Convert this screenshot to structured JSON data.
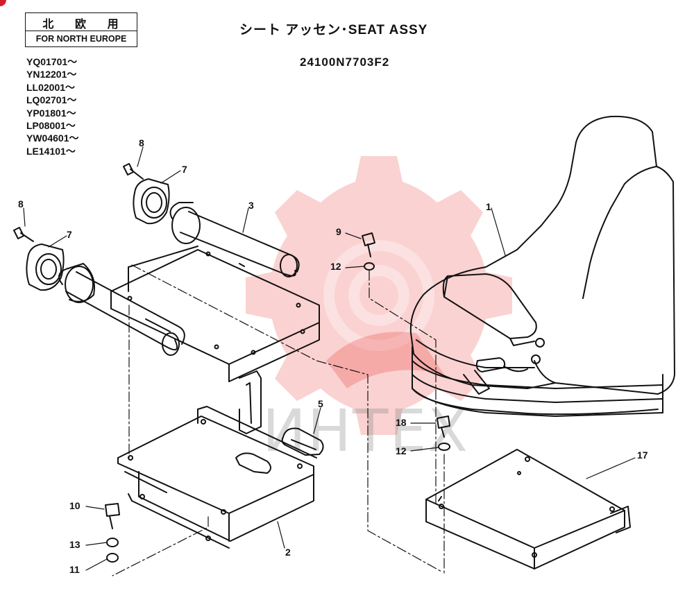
{
  "header": {
    "region_ja": [
      "北",
      "欧",
      "用"
    ],
    "region_en": "FOR NORTH EUROPE",
    "title": "シート アッセン･SEAT ASSY",
    "part_number": "24100N7703F2"
  },
  "serial_ranges": [
    "YQ01701～",
    "YN12201～",
    "LL02001～",
    "LQ02701～",
    "YP01801～",
    "LP08001～",
    "YW04601～",
    "LE14101～"
  ],
  "callouts": [
    "8",
    "7",
    "3",
    "8",
    "7",
    "1",
    "9",
    "12",
    "5",
    "18",
    "12",
    "17",
    "10",
    "13",
    "11",
    "2"
  ],
  "watermark": {
    "text": "ИНТЕХ",
    "logo": "gear-logo"
  },
  "colors": {
    "watermark_red": "#e8322f",
    "corner_mark": "#d81d2a",
    "ink": "#111111"
  }
}
